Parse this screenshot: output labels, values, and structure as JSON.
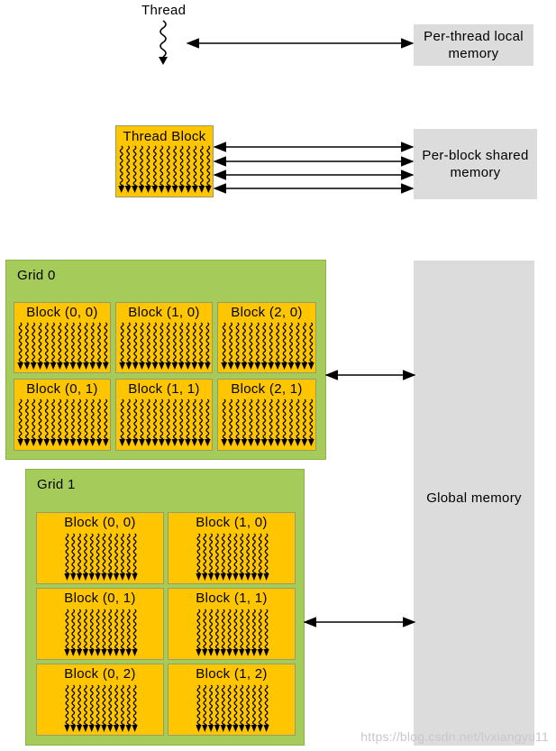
{
  "thread": {
    "label": "Thread"
  },
  "thread_block": {
    "label": "Thread Block"
  },
  "memory": {
    "local": "Per-thread local memory",
    "shared": "Per-block shared memory",
    "global": "Global memory"
  },
  "grid0": {
    "label": "Grid 0",
    "blocks": [
      "Block (0, 0)",
      "Block (1, 0)",
      "Block (2, 0)",
      "Block (0, 1)",
      "Block (1, 1)",
      "Block (2, 1)"
    ]
  },
  "grid1": {
    "label": "Grid 1",
    "blocks": [
      "Block (0, 0)",
      "Block (1, 0)",
      "Block (0, 1)",
      "Block (1, 1)",
      "Block (0, 2)",
      "Block (1, 2)"
    ]
  },
  "watermark": "https://blog.csdn.net/lvxiangyu11",
  "colors": {
    "block": "#ffc600",
    "grid": "#a5cc5a",
    "memory": "#dcdcdc"
  }
}
